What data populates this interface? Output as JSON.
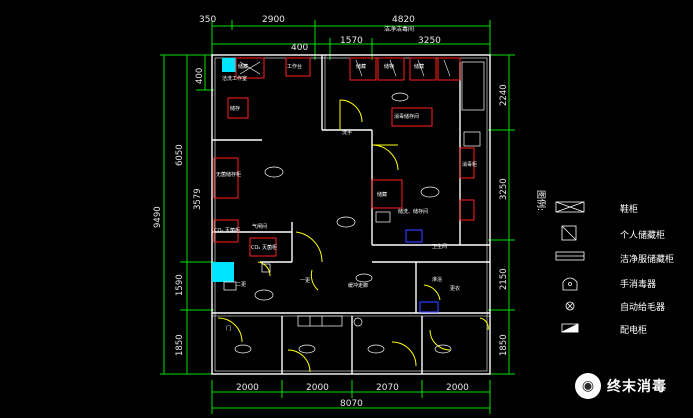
{
  "dims_top": {
    "d350": "350",
    "d2900": "2900",
    "d4820": "4820",
    "d400": "400",
    "d1570": "1570",
    "d3250": "3250",
    "caption": "洁净洁毒间"
  },
  "dims_left": {
    "d400": "400",
    "d6050": "6050",
    "d9490": "9490",
    "d3579": "3579",
    "d1590": "1590",
    "d1850": "1850"
  },
  "dims_right": {
    "d2240": "2240",
    "d3250": "3250",
    "d2150": "2150",
    "d1850": "1850"
  },
  "dims_bottom": {
    "d2000a": "2000",
    "d2000b": "2000",
    "d2070": "2070",
    "d2000c": "2000",
    "total": "8070"
  },
  "rooms": {
    "tl_a": "储藏",
    "tl_b": "洁洗工作室",
    "tl_c": "工作台",
    "tl_d": "储存",
    "tr_a": "储藏",
    "tr_b": "储物",
    "tr_c": "储藏",
    "tr_d": "消毒储存间",
    "left_cab": "无菌储存柜",
    "co2_left": "CO₂ 灭菌柜",
    "co2_mid": "CO₂ 灭菌柜",
    "gas_room": "气闸间",
    "mid_room": "一更",
    "left_room": "二更",
    "wash": "缓冲走廊",
    "r_a": "储藏",
    "r_b": "储洗、储存间",
    "r_c": "消毒柜",
    "wc": "卫生间",
    "shower": "淋浴",
    "wash2": "洗手",
    "door_lbl": "门",
    "side_lbl": "更衣"
  },
  "legend": {
    "title": "图例:",
    "items": [
      {
        "icon": "shoe-cabinet-icon",
        "label": "鞋柜"
      },
      {
        "icon": "personal-locker-icon",
        "label": "个人储藏柜"
      },
      {
        "icon": "clean-cloth-cabinet-icon",
        "label": "洁净服储藏柜"
      },
      {
        "icon": "hand-sanitizer-icon",
        "label": "手消毒器"
      },
      {
        "icon": "auto-towel-dispenser-icon",
        "label": "自动给毛器"
      },
      {
        "icon": "power-cabinet-icon",
        "label": "配电柜"
      }
    ]
  },
  "watermark": {
    "text": "终末消毒",
    "icon": "wechat-icon"
  },
  "colors": {
    "wall": "#ffffff",
    "dimension": "#00e000",
    "furniture": "#ff2020",
    "door": "#ffff00",
    "accent": "#00e5ff",
    "blue_item": "#2a3cff"
  }
}
